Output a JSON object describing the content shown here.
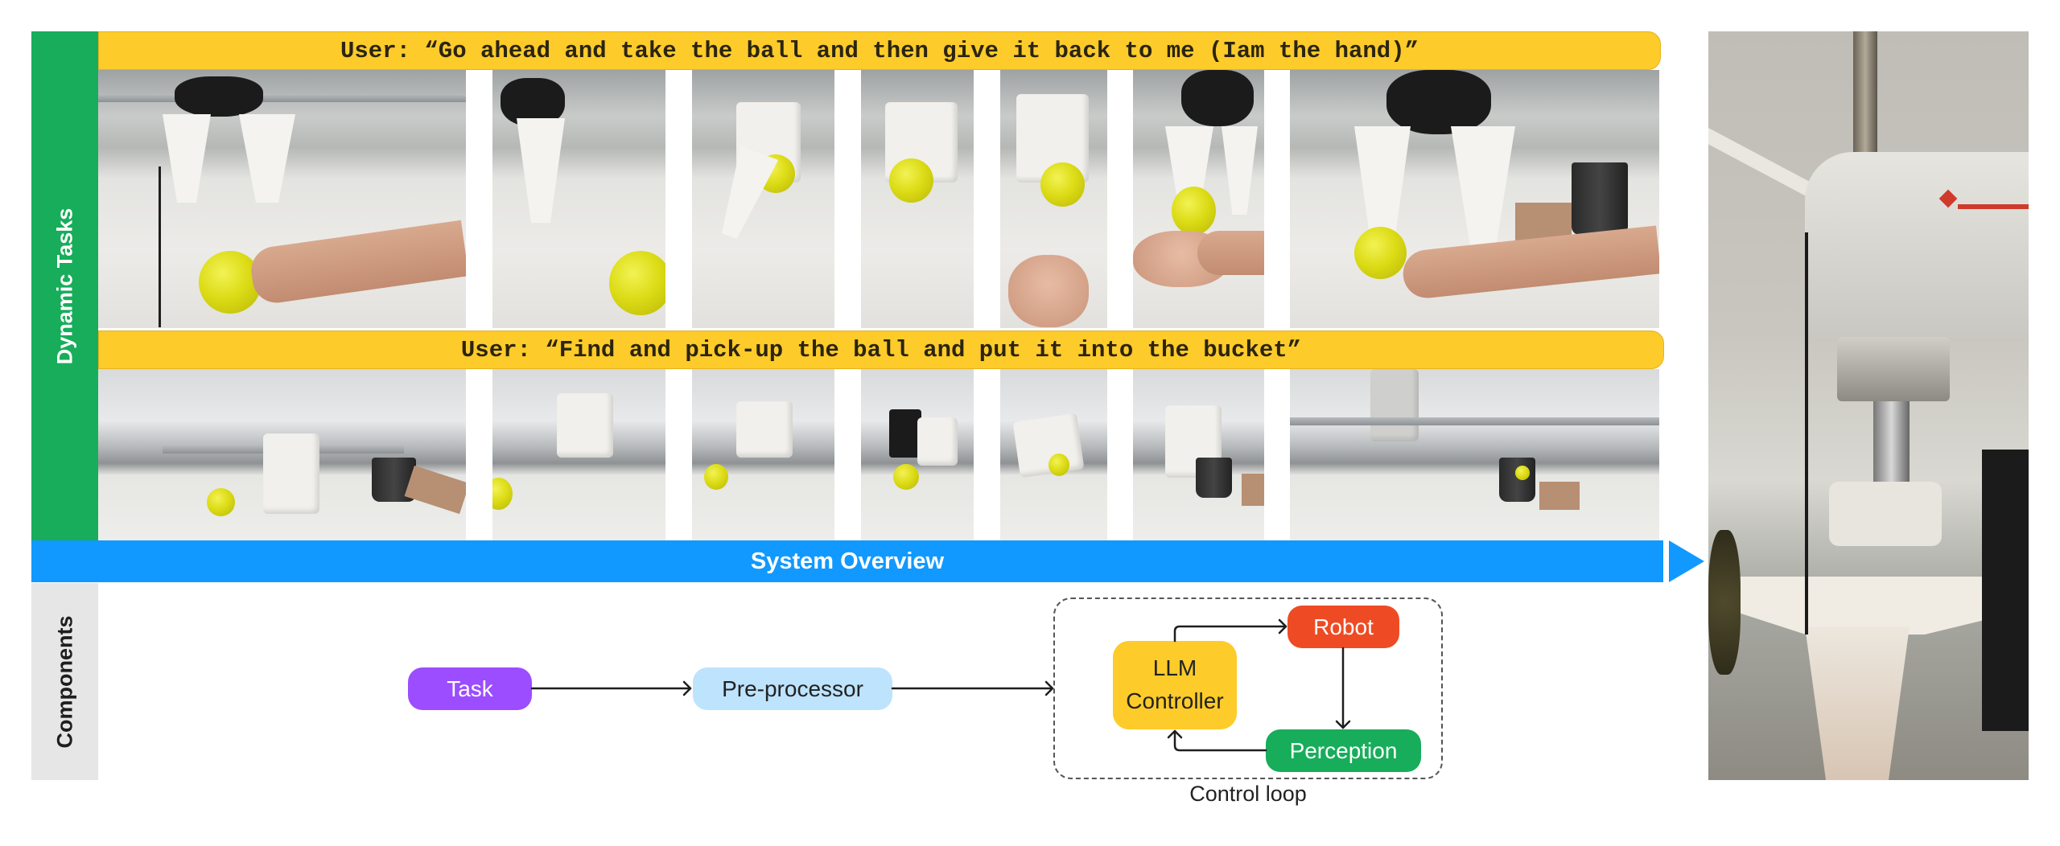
{
  "figure": {
    "side_labels": {
      "top": "Dynamic Tasks",
      "bottom": "Components"
    },
    "prompts": [
      {
        "text": "User: “Go ahead and take the ball and then give it back to me (Iam the hand)”"
      },
      {
        "text": "User: “Find and pick-up the ball and put it into the bucket”"
      }
    ],
    "task_rows": [
      {
        "name": "handover-task",
        "frames": 7,
        "description": "Robot gripper takes a yellow ball from a human hand and returns it"
      },
      {
        "name": "bucket-task",
        "frames": 7,
        "description": "Robot gripper picks up a yellow ball from table and places it into a black bucket"
      }
    ],
    "overview_bar": {
      "label": "System Overview"
    },
    "components": {
      "nodes": {
        "task": "Task",
        "preprocessor": "Pre-processor",
        "llm_line1": "LLM",
        "llm_line2": "Controller",
        "robot": "Robot",
        "perception": "Perception"
      },
      "loop_label": "Control loop",
      "edges": [
        [
          "Task",
          "Pre-processor"
        ],
        [
          "Pre-processor",
          "Control loop"
        ],
        [
          "LLM Controller",
          "Robot"
        ],
        [
          "Robot",
          "Perception"
        ],
        [
          "Perception",
          "LLM Controller"
        ]
      ]
    },
    "colors": {
      "dynamic_tasks_green": "#17AD5A",
      "components_gray": "#E6E6E6",
      "prompt_yellow": "#FDCB2A",
      "overview_blue": "#1199FF",
      "task_purple": "#9B4DFF",
      "preprocessor_lightblue": "#BEE3FD",
      "llm_yellow": "#FDCB2A",
      "robot_red": "#EE4B24",
      "perception_green": "#17AD5A"
    }
  }
}
